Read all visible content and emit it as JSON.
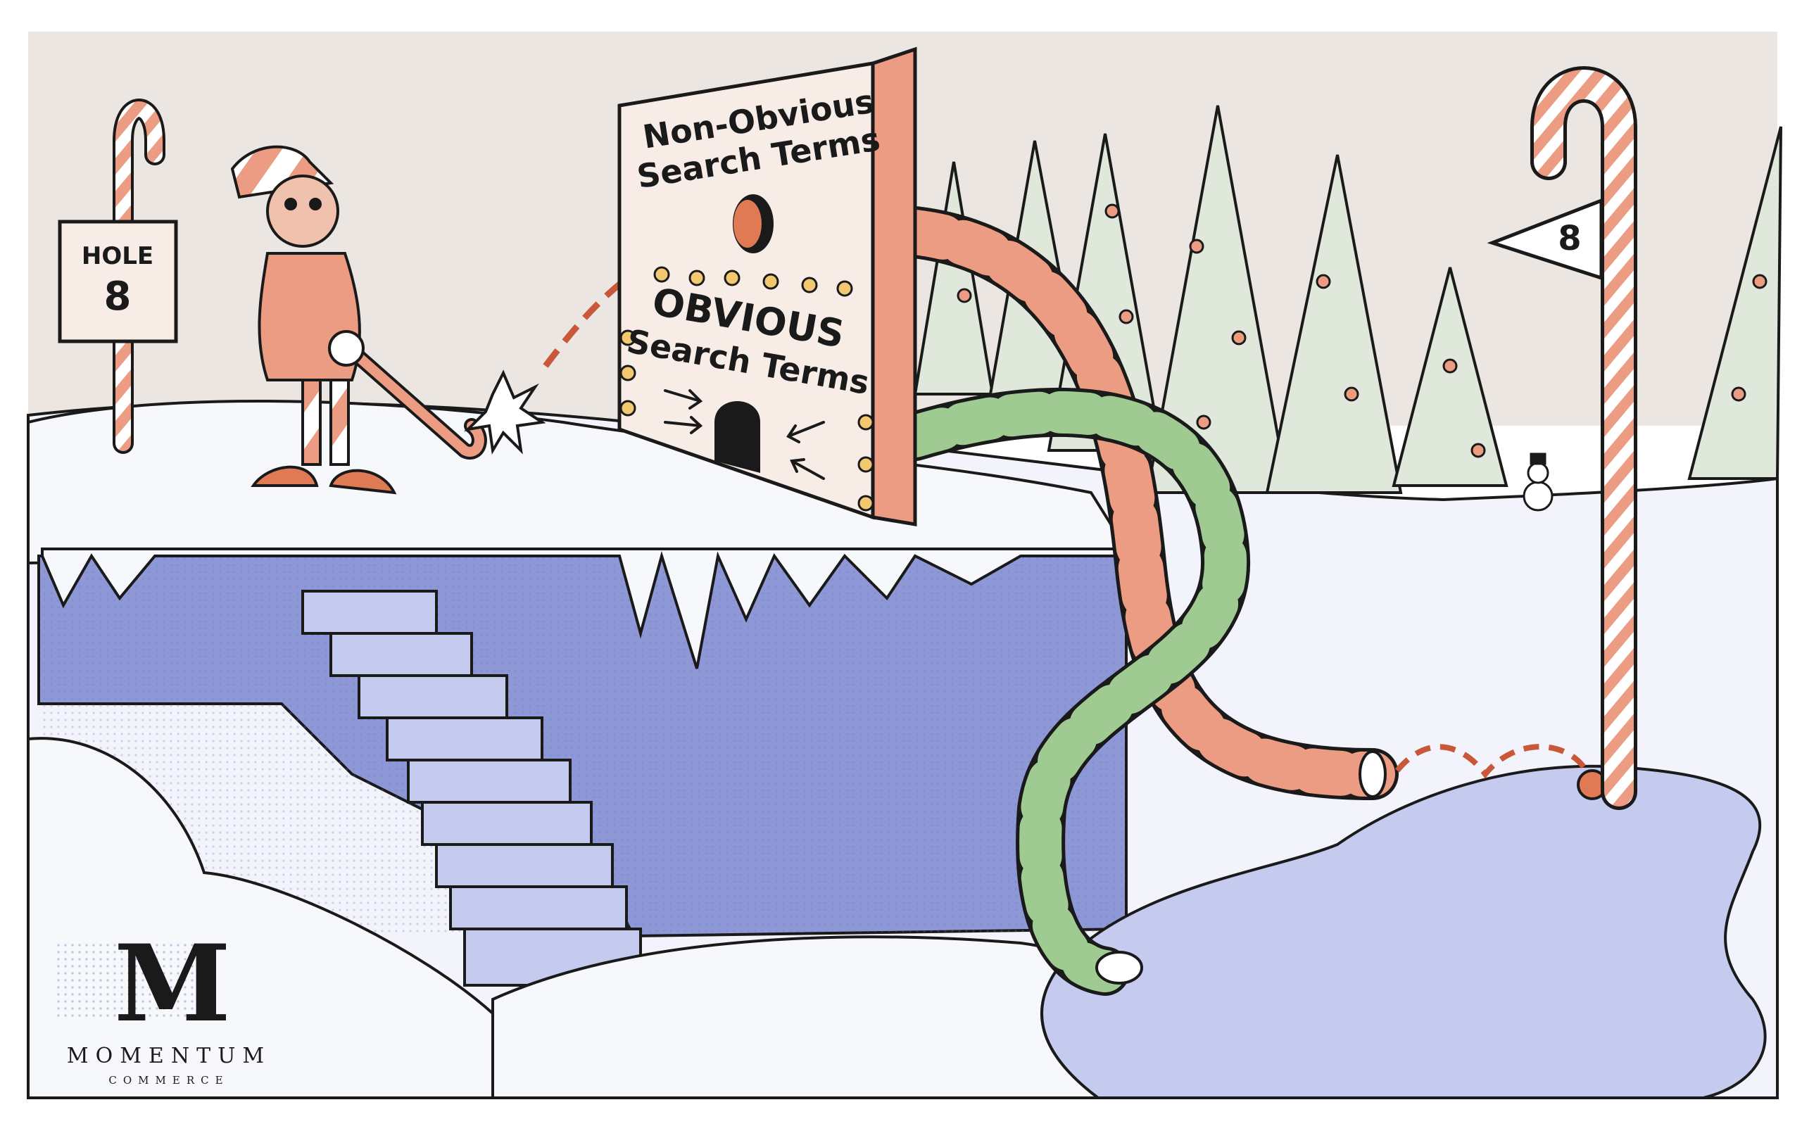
{
  "hole_sign": {
    "line1": "HOLE",
    "line2": "8"
  },
  "flag": {
    "number": "8"
  },
  "wall": {
    "top_line1": "Non-Obvious",
    "top_line2": "Search Terms",
    "bottom_line1": "OBVIOUS",
    "bottom_line2": "Search Terms"
  },
  "logo": {
    "mark": "M",
    "name": "MOMENTUM",
    "sub": "COMMERCE"
  },
  "colors": {
    "sky": "#ebe6e1",
    "snow": "#f7f8fc",
    "ice": "#8f98d6",
    "ice_light": "#c5cbee",
    "candy_red": "#ec9c82",
    "candy_green": "#9fcb92",
    "tree": "#dfe8da",
    "wall": "#f7ede6",
    "outline": "#1a1a1a"
  }
}
